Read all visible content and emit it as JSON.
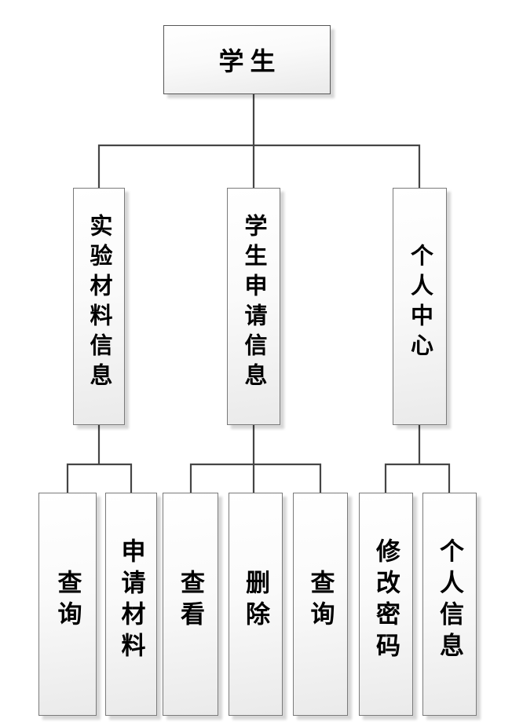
{
  "diagram": {
    "root": {
      "label": "学生"
    },
    "branches": [
      {
        "label": "实验材料信息",
        "children": [
          {
            "label": "查询"
          },
          {
            "label": "申请材料"
          }
        ]
      },
      {
        "label": "学生申请信息",
        "children": [
          {
            "label": "查看"
          },
          {
            "label": "删除"
          },
          {
            "label": "查询"
          }
        ]
      },
      {
        "label": "个人中心",
        "children": [
          {
            "label": "修改密码"
          },
          {
            "label": "个人信息"
          }
        ]
      }
    ],
    "colors": {
      "connector": "#454545",
      "box_border": "#7a7a7a",
      "box_fill_bottom": "#eaeaea",
      "text": "#000000",
      "background": "#ffffff"
    }
  }
}
